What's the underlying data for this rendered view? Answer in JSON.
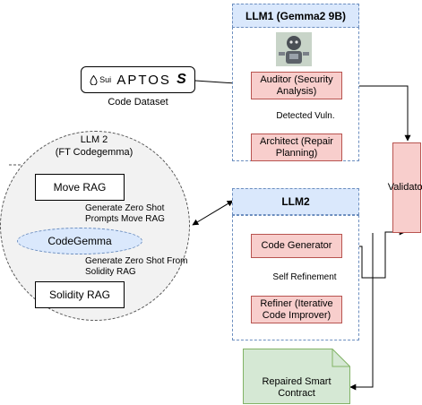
{
  "dataset": {
    "logos": [
      "Sui",
      "APTOS",
      "S"
    ],
    "label": "Code Dataset"
  },
  "llm1": {
    "title": "LLM1 (Gemma2 9B)",
    "auditor": "Auditor (Security Analysis)",
    "edge_label": "Detected Vuln.",
    "architect": "Architect (Repair Planning)"
  },
  "llm2": {
    "title": "LLM2",
    "code_generator": "Code Generator",
    "edge_label": "Self Refinement",
    "refiner": "Refiner (Iterative Code Improver)"
  },
  "rag": {
    "title_line1": "LLM 2",
    "title_line2": "(FT Codegemma)",
    "move_rag": "Move RAG",
    "edge_top": "Generate Zero Shot Prompts Move RAG",
    "codegemma": "CodeGemma",
    "edge_bottom": "Generate Zero Shot From Solidity RAG",
    "solidity_rag": "Solidity RAG"
  },
  "validator": "Validator",
  "output": "Repaired Smart Contract",
  "colors": {
    "blue_fill": "#dae8fc",
    "blue_stroke": "#6c8ebf",
    "red_fill": "#f8cecc",
    "red_stroke": "#b85450",
    "green_fill": "#d5e8d4",
    "green_stroke": "#82b366"
  },
  "icons": [
    "robot-icon",
    "sui-logo-icon",
    "aptos-logo-icon",
    "solidity-s-icon"
  ]
}
